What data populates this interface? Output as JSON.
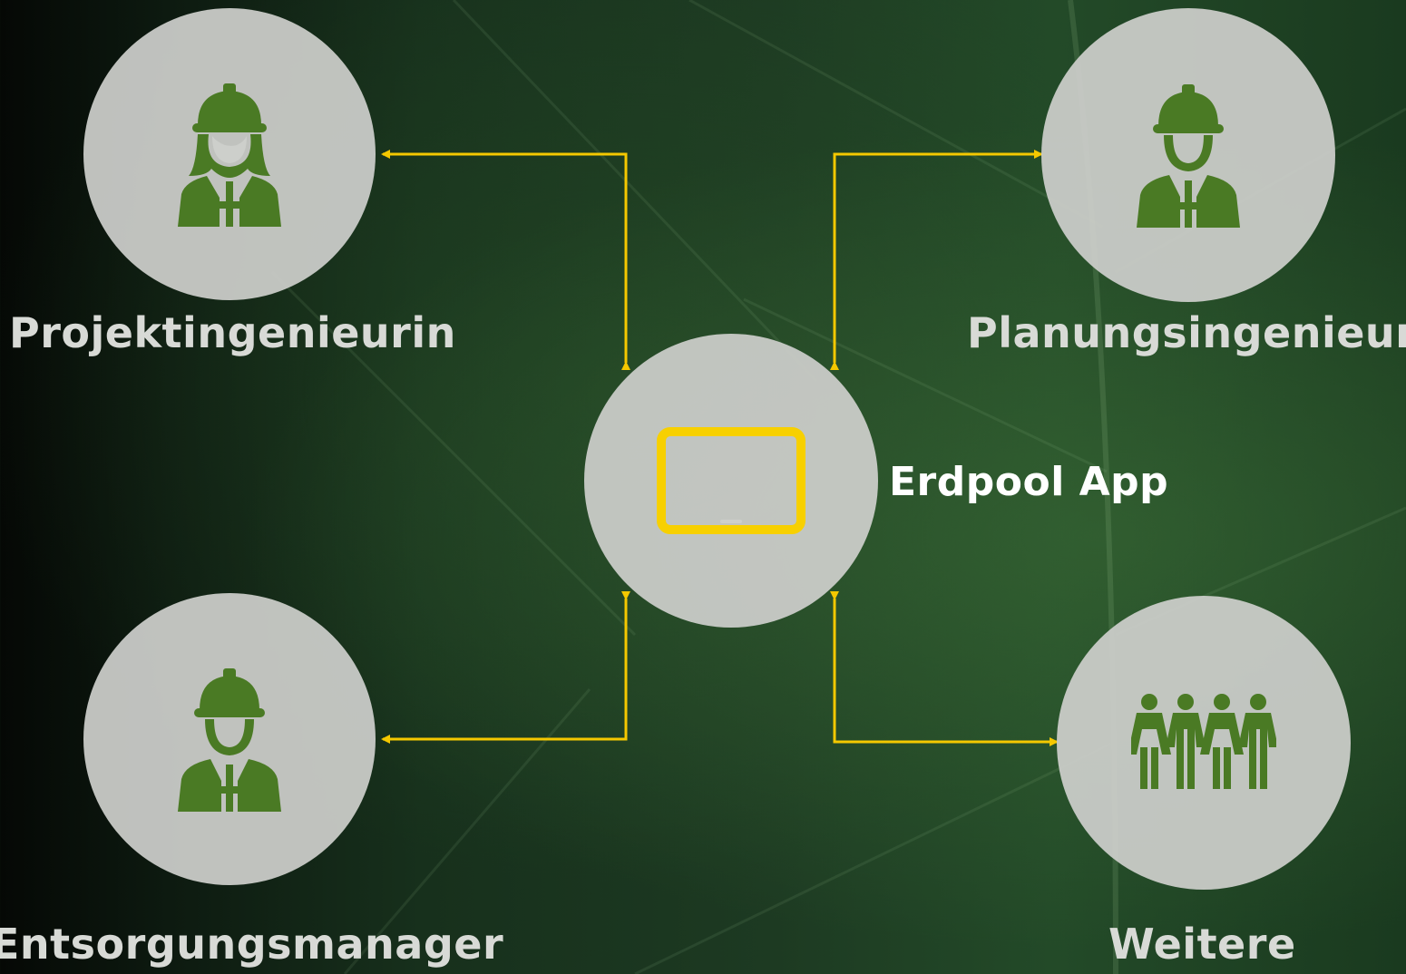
{
  "colors": {
    "connector": "#f5c800",
    "node_fill": "#cdcfcb",
    "person_icon": "#4a7a24",
    "device_icon": "#f7d000",
    "label": "#d8dad6",
    "center_label": "#ffffff"
  },
  "nodes": {
    "center": {
      "label": "Erdpool App",
      "icon": "tablet-icon"
    },
    "top_left": {
      "label": "Projektingenieurin",
      "icon": "female-engineer-icon"
    },
    "top_right": {
      "label": "Planungsingenieur",
      "icon": "male-engineer-icon"
    },
    "bottom_left": {
      "label": "Entsorgungsmanager",
      "icon": "male-engineer-icon"
    },
    "bottom_right": {
      "label": "Weitere",
      "icon": "group-people-icon"
    }
  }
}
